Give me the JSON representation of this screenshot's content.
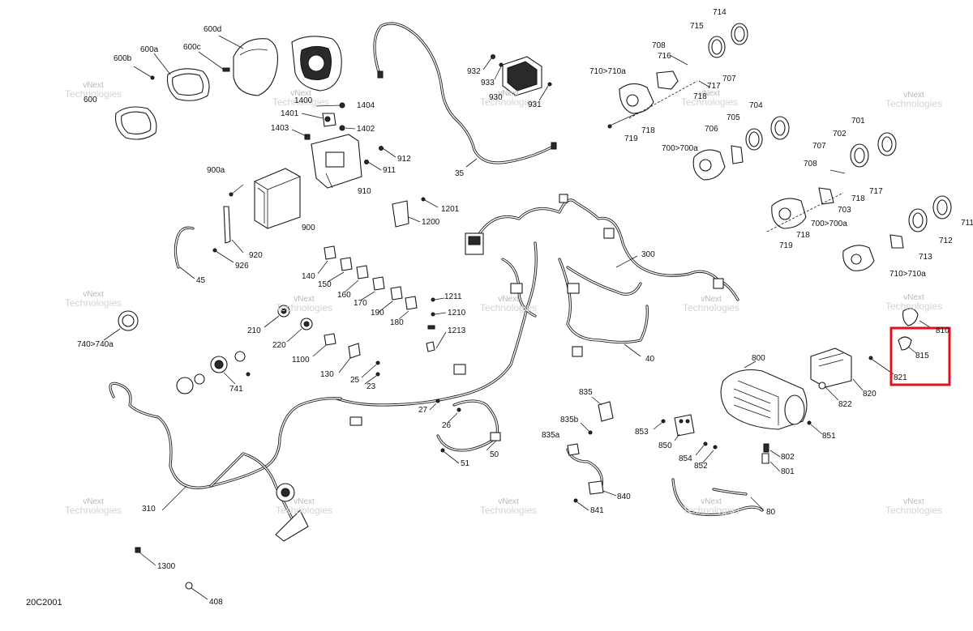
{
  "diagram_code": "20C2001",
  "watermark": {
    "line1": "vNext",
    "line2": "Technologies"
  },
  "highlight_color": "#e0111a",
  "callouts": [
    {
      "id": "c-600d",
      "text": "600d"
    },
    {
      "id": "c-600a",
      "text": "600a"
    },
    {
      "id": "c-600c",
      "text": "600c"
    },
    {
      "id": "c-600b",
      "text": "600b"
    },
    {
      "id": "c-600",
      "text": "600"
    },
    {
      "id": "c-1400",
      "text": "1400"
    },
    {
      "id": "c-1404",
      "text": "1404"
    },
    {
      "id": "c-1401",
      "text": "1401"
    },
    {
      "id": "c-1403",
      "text": "1403"
    },
    {
      "id": "c-1402",
      "text": "1402"
    },
    {
      "id": "c-912",
      "text": "912"
    },
    {
      "id": "c-911",
      "text": "911"
    },
    {
      "id": "c-910",
      "text": "910"
    },
    {
      "id": "c-900a",
      "text": "900a"
    },
    {
      "id": "c-900",
      "text": "900"
    },
    {
      "id": "c-920",
      "text": "920"
    },
    {
      "id": "c-926",
      "text": "926"
    },
    {
      "id": "c-45",
      "text": "45"
    },
    {
      "id": "c-35",
      "text": "35"
    },
    {
      "id": "c-932",
      "text": "932"
    },
    {
      "id": "c-933",
      "text": "933"
    },
    {
      "id": "c-930",
      "text": "930"
    },
    {
      "id": "c-931",
      "text": "931"
    },
    {
      "id": "c-1201",
      "text": "1201"
    },
    {
      "id": "c-1200",
      "text": "1200"
    },
    {
      "id": "c-714",
      "text": "714"
    },
    {
      "id": "c-715",
      "text": "715"
    },
    {
      "id": "c-708a",
      "text": "708"
    },
    {
      "id": "c-716",
      "text": "716"
    },
    {
      "id": "c-710-710a-top",
      "text": "710>710a"
    },
    {
      "id": "c-707a",
      "text": "707"
    },
    {
      "id": "c-717a",
      "text": "717"
    },
    {
      "id": "c-718a",
      "text": "718"
    },
    {
      "id": "c-718b",
      "text": "718"
    },
    {
      "id": "c-719a",
      "text": "719"
    },
    {
      "id": "c-704",
      "text": "704"
    },
    {
      "id": "c-705",
      "text": "705"
    },
    {
      "id": "c-706",
      "text": "706"
    },
    {
      "id": "c-700-700a-top",
      "text": "700>700a"
    },
    {
      "id": "c-701",
      "text": "701"
    },
    {
      "id": "c-702",
      "text": "702"
    },
    {
      "id": "c-707b",
      "text": "707"
    },
    {
      "id": "c-708b",
      "text": "708"
    },
    {
      "id": "c-717b",
      "text": "717"
    },
    {
      "id": "c-718c",
      "text": "718"
    },
    {
      "id": "c-703",
      "text": "703"
    },
    {
      "id": "c-700-700a-bot",
      "text": "700>700a"
    },
    {
      "id": "c-718d",
      "text": "718"
    },
    {
      "id": "c-719b",
      "text": "719"
    },
    {
      "id": "c-711",
      "text": "711"
    },
    {
      "id": "c-712",
      "text": "712"
    },
    {
      "id": "c-713",
      "text": "713"
    },
    {
      "id": "c-710-710a-bot",
      "text": "710>710a"
    },
    {
      "id": "c-300",
      "text": "300"
    },
    {
      "id": "c-140",
      "text": "140"
    },
    {
      "id": "c-150",
      "text": "150"
    },
    {
      "id": "c-160",
      "text": "160"
    },
    {
      "id": "c-170",
      "text": "170"
    },
    {
      "id": "c-190",
      "text": "190"
    },
    {
      "id": "c-180",
      "text": "180"
    },
    {
      "id": "c-1211",
      "text": "1211"
    },
    {
      "id": "c-1210",
      "text": "1210"
    },
    {
      "id": "c-1213",
      "text": "1213"
    },
    {
      "id": "c-210",
      "text": "210"
    },
    {
      "id": "c-220",
      "text": "220"
    },
    {
      "id": "c-1100",
      "text": "1100"
    },
    {
      "id": "c-130",
      "text": "130"
    },
    {
      "id": "c-25",
      "text": "25"
    },
    {
      "id": "c-23",
      "text": "23"
    },
    {
      "id": "c-740",
      "text": "740>740a"
    },
    {
      "id": "c-741",
      "text": "741"
    },
    {
      "id": "c-40",
      "text": "40"
    },
    {
      "id": "c-810",
      "text": "810"
    },
    {
      "id": "c-815",
      "text": "815"
    },
    {
      "id": "c-821",
      "text": "821"
    },
    {
      "id": "c-800",
      "text": "800"
    },
    {
      "id": "c-820",
      "text": "820"
    },
    {
      "id": "c-822",
      "text": "822"
    },
    {
      "id": "c-851",
      "text": "851"
    },
    {
      "id": "c-835",
      "text": "835"
    },
    {
      "id": "c-835b",
      "text": "835b"
    },
    {
      "id": "c-835a",
      "text": "835a"
    },
    {
      "id": "c-853",
      "text": "853"
    },
    {
      "id": "c-850",
      "text": "850"
    },
    {
      "id": "c-854",
      "text": "854"
    },
    {
      "id": "c-852",
      "text": "852"
    },
    {
      "id": "c-802",
      "text": "802"
    },
    {
      "id": "c-801",
      "text": "801"
    },
    {
      "id": "c-27",
      "text": "27"
    },
    {
      "id": "c-26",
      "text": "26"
    },
    {
      "id": "c-50",
      "text": "50"
    },
    {
      "id": "c-51",
      "text": "51"
    },
    {
      "id": "c-840",
      "text": "840"
    },
    {
      "id": "c-841",
      "text": "841"
    },
    {
      "id": "c-80",
      "text": "80"
    },
    {
      "id": "c-310",
      "text": "310"
    },
    {
      "id": "c-1300",
      "text": "1300"
    },
    {
      "id": "c-408",
      "text": "408"
    }
  ]
}
